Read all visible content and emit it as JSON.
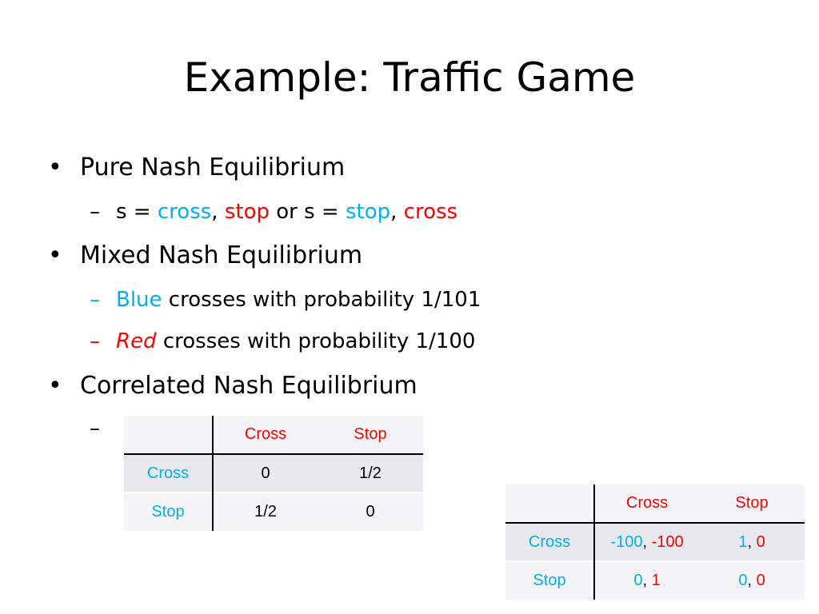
{
  "title": "Example: Traffic Game",
  "bullets": {
    "pure": "Pure Nash Equilibrium",
    "pure_sub": {
      "s1": "s = ",
      "cross1": "cross",
      "comma1": ", ",
      "stop1": "stop",
      "or": " or s = ",
      "stop2": "stop",
      "comma2": ", ",
      "cross2": "cross"
    },
    "mixed": "Mixed Nash Equilibrium",
    "mixed_sub1": {
      "who": "Blue",
      "text": " crosses with probability 1/101"
    },
    "mixed_sub2": {
      "who": "Red",
      "text": " crosses with probability 1/100"
    },
    "correlated": "Correlated Nash Equilibrium",
    "bullet_char": "•",
    "dash_char": "–"
  },
  "correlated_table": {
    "col_headers": [
      "Cross",
      "Stop"
    ],
    "rows": [
      {
        "label": "Cross",
        "cells": [
          "0",
          "1/2"
        ]
      },
      {
        "label": "Stop",
        "cells": [
          "1/2",
          "0"
        ]
      }
    ]
  },
  "payoff_table": {
    "col_headers": [
      "Cross",
      "Stop"
    ],
    "rows": [
      {
        "label": "Cross",
        "cells": [
          {
            "blue": "-100",
            "sep": ", ",
            "red": "-100"
          },
          {
            "blue": "1",
            "sep": ", ",
            "red": "0"
          }
        ]
      },
      {
        "label": "Stop",
        "cells": [
          {
            "blue": "0",
            "sep": ", ",
            "red": "1"
          },
          {
            "blue": "0",
            "sep": ", ",
            "red": "0"
          }
        ]
      }
    ]
  },
  "colors": {
    "blue": "#00b0f0",
    "red": "#ff0000",
    "row_band": "#e8e8ef",
    "row_light": "#f5f5f8"
  }
}
